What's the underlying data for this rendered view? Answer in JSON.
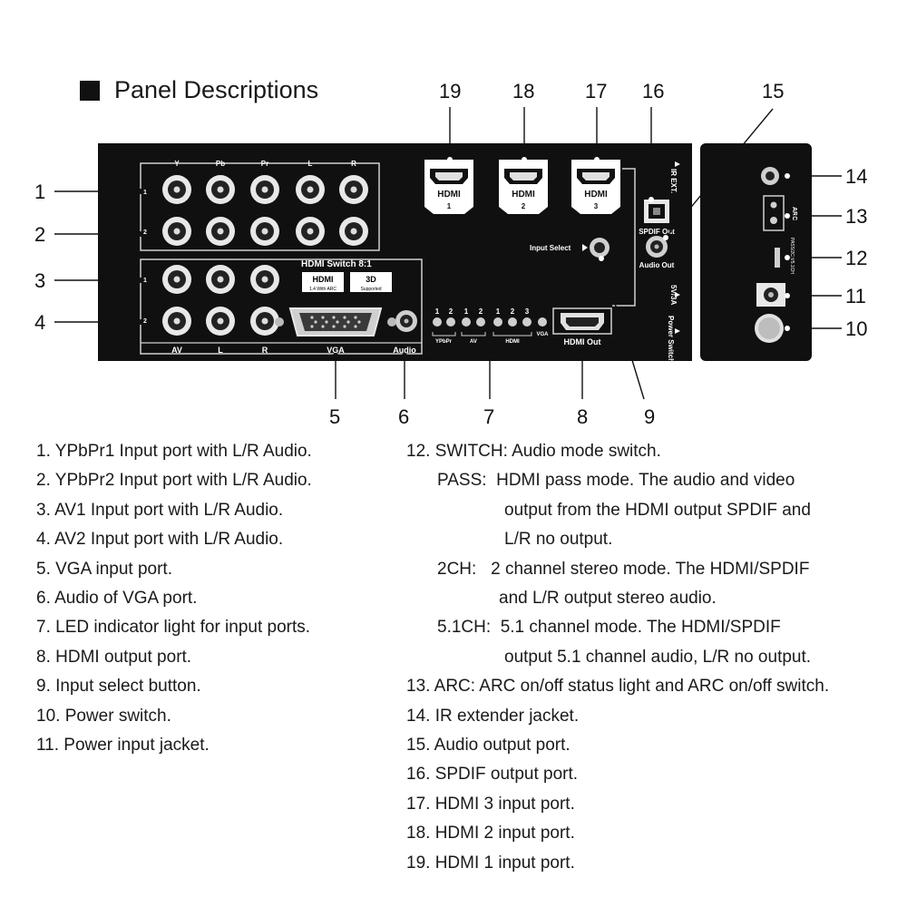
{
  "title": "Panel Descriptions",
  "panel": {
    "component_headers": [
      "Y",
      "Pb",
      "Pr",
      "L",
      "R"
    ],
    "row_markers": [
      "1",
      "2",
      "1",
      "2"
    ],
    "av_headers": [
      "AV",
      "L",
      "R",
      "VGA",
      "Audio"
    ],
    "hdmi_switch_title": "HDMI Switch 8:1",
    "badge_hdmi": "HDMI",
    "badge_hdmi_sub": "1.4 With ARC",
    "badge_3d": "3D",
    "badge_3d_sub": "Supported",
    "led_numbers": [
      "1",
      "2",
      "1",
      "2",
      "1",
      "2",
      "3"
    ],
    "led_labels": [
      "YPbPr",
      "AV",
      "HDMI",
      "VGA"
    ],
    "hdmi_out_label": "HDMI Out",
    "hdmi_inputs": [
      {
        "label": "HDMI",
        "num": "1"
      },
      {
        "label": "HDMI",
        "num": "2"
      },
      {
        "label": "HDMI",
        "num": "3"
      }
    ],
    "input_select": "Input Select",
    "ir_ext": "IR EXT.",
    "spdif_out": "SPDIF Out",
    "audio_out": "Audio Out",
    "power_label": "5V/3A",
    "power_switch": "Power Switch",
    "arc_label": "ARC",
    "switch_label": "PASS/2CH/5.1CH"
  },
  "callouts": {
    "left": [
      "1",
      "2",
      "3",
      "4"
    ],
    "top": [
      "19",
      "18",
      "17",
      "16",
      "15"
    ],
    "bottom": [
      "5",
      "6",
      "7",
      "8",
      "9"
    ],
    "right": [
      "14",
      "13",
      "12",
      "11",
      "10"
    ]
  },
  "descriptions_left": [
    "1.   YPbPr1 Input port with L/R Audio.",
    "2.   YPbPr2 Input port with L/R Audio.",
    "3.   AV1 Input port with L/R Audio.",
    "4.   AV2 Input port with L/R Audio.",
    "5.   VGA input port.",
    "6.   Audio of VGA port.",
    "7.   LED indicator light for input ports.",
    "8.   HDMI output port.",
    "9.   Input select button.",
    "10. Power switch.",
    "11. Power input jacket."
  ],
  "desc12": {
    "head": "12. SWITCH: Audio mode switch.",
    "pass_1": "PASS:  HDMI pass mode. The audio and video",
    "pass_2": "output from the HDMI output SPDIF and",
    "pass_3": "L/R no output.",
    "ch2_1": "2CH:   2 channel stereo mode. The HDMI/SPDIF",
    "ch2_2": "and L/R output stereo audio.",
    "ch51_1": "5.1CH:  5.1 channel mode. The HDMI/SPDIF",
    "ch51_2": "output 5.1 channel audio, L/R no output."
  },
  "descriptions_right": [
    "13. ARC: ARC on/off status light and ARC on/off switch.",
    "14. IR extender jacket.",
    "15. Audio output port.",
    "16. SPDIF output port.",
    "17. HDMI 3 input port.",
    "18. HDMI 2 input port.",
    "19. HDMI 1 input port."
  ]
}
